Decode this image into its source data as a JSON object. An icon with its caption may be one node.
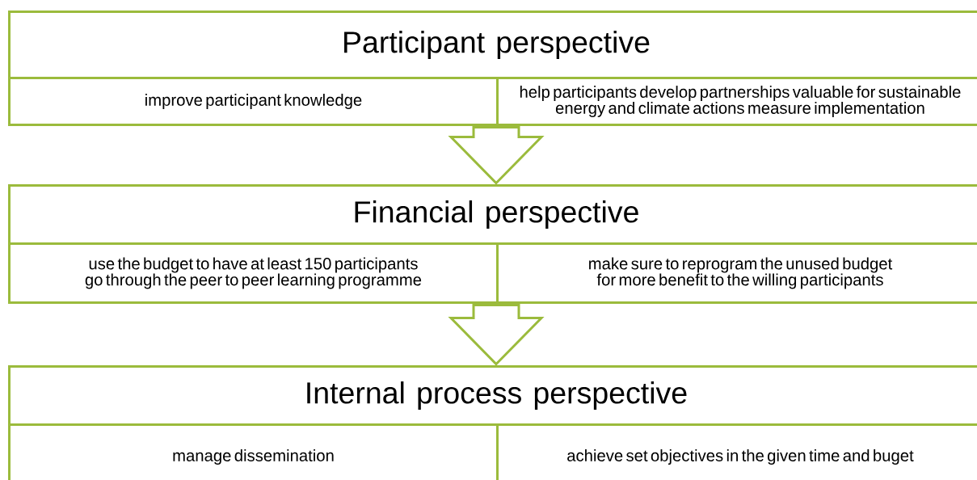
{
  "diagram": {
    "nodes": [
      {
        "text": [
          "Participant perspective"
        ]
      },
      {
        "text": [
          "improve participant knowledge"
        ]
      },
      {
        "text": [
          "help participants develop partnerships valuable for sustainable energy and climate actions measure implementation"
        ]
      },
      {
        "text": [
          "Financial perspective"
        ]
      },
      {
        "text": [
          "use the budget to have at least 150 participants go through the peer to peer learning programme"
        ]
      },
      {
        "text": [
          "make sure to reprogram the unused budget for more benefit to the willing participants"
        ]
      },
      {
        "text": [
          "Internal process perspective"
        ]
      },
      {
        "text": [
          "manage dissemination"
        ]
      },
      {
        "text": [
          "achieve set objectives in the given time and buget"
        ]
      }
    ],
    "edges": [
      {
        "from": 0,
        "to": 3,
        "arrow": "to"
      },
      {
        "from": 3,
        "to": 6,
        "arrow": "to"
      }
    ]
  }
}
